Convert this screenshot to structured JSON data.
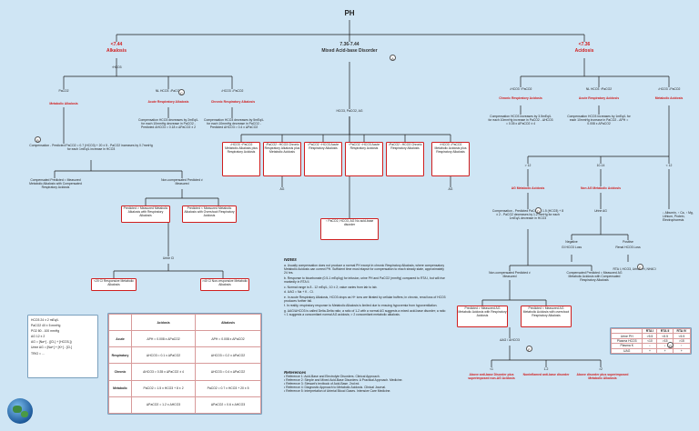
{
  "title": "PH",
  "top": {
    "left_range": "<7.44",
    "left_label": "Alkalosis",
    "mid_range": "7.36-7.44",
    "mid_label": "Mixed Acid-base Disorder",
    "right_range": "<7.36",
    "right_label": "Acidosis"
  },
  "alk": {
    "hco3_up": "↑HCO3",
    "pco2": "PaCO2",
    "met_alk": "Metabolic Alkalosis",
    "acute_head": "NL HCO3 ↓PaCO2",
    "acute_name": "Acute Respiratory Alkalosis",
    "chronic_head": "↓HCO3 ↓PaCO2",
    "chronic_name": "Chronic Respiratory Alkalosis",
    "comp_acute": "Compensation HCO3 decreases by 2mEq/L for each 10mmHg decrease in PaCO2 - Predicted ΔHCO3 = 0.18 x ΔPaCO2 ± 2",
    "comp_chronic": "Compensation HCO3 decreases by 5mEq/L for each 10mmHg decrease in PaCO2 - Predicted ΔHCO3 = 0.4 x ΔPaCO2",
    "comp_met": "Compensation - Predicted PaCO2 = 0.7 (HCO3) + 20 ± 5 - PaCO2 increases by 0.7mmHg for each 1mEq/L increase in HCO3",
    "compensated": "Compensated Predicted = Measured Metabolic Alkalosis with Compensated Respiratory Acidosis",
    "noncomp": "Non-compensated Predicted ≠ Measured",
    "pred_gt": "Predicted > Measured Metabolic Alkalosis with Respiratory Alkalosis",
    "pred_lt": "Predicted < Measured Metabolic Alkalosis with Overshoot Respiratory Acidosis",
    "urine": "Urine Cl",
    "urine_lt": "<20 Cl Responsive Metabolic Alkalosis",
    "urine_gt": ">40 Cl Non-responsive Metabolic Alkalosis"
  },
  "mix": {
    "branch": "HCO3, PaCO2, AG",
    "c1": "↓HCO3 ↑PaCO2 Metabolic Alkalosis plus Respiratory Acidosis",
    "c2": "↓PaCO2 ↑HCO3 Chronic Respiratory Alkalosis plus Metabolic Acidosis",
    "c3": "↓PaCO2 ↑HCO3 Acute Respiratory Alkalosis",
    "c4": "↑PaCO2 ↑HCO3 Acute Respiratory Acidosis",
    "c5": "↓PaCO2 ↓HCO3 Chronic Respiratory Alkalosis",
    "c6": "↑HCO3 ↓PaCO2 Metabolic Acidosis plus Respiratory Alkalosis",
    "ag": "AG",
    "ag2": "AG",
    "nodisorder": "↑ PaCO2, HCO3, AG No acid-base disorder"
  },
  "acid": {
    "hco3": "↓HCO3 ↑PaCO2",
    "chronic": "Chronic Respiratory Acidosis",
    "acute_head": "NL HCO3 ↑PaCO2",
    "acute": "Acute Respiratory Acidosis",
    "met_head": "↓HCO3 ↓PaCO2",
    "met": "Metabolic Acidosis",
    "comp_chronic": "Compensation HCO3 increases by 3.5mEq/L for each 10mmHg increase in PaCO2 - ΔHCO3 = 0.35 x ΔPaCO2 ± 4",
    "comp_acute": "Compensation HCO3 increases by 1mEq/L for each 10mmHg increase in PaCO2 - ΔPH = 0.008 x ΔPaCO2",
    "ag_gt": "> 12",
    "ag_mid": "10-14",
    "ag_lt": "< 12",
    "ag_metac": "AG Metabolic Acidosis",
    "nonag": "Non AG Metabolic Acidosis",
    "albumin": "↓ Albumin, ↑ Ca, ↑ Mg, Lithium, Protein, Electrophoresis",
    "comp_ag": "Compensation - Predicted PaCO2 = 1.5 (HCO3) + 8 ± 2 - PaCO2 decreases by 1.2 mmHg for each 1mEq/L decrease in HCO3",
    "urine_ag": "Urine AG",
    "neg": "Negative",
    "pos": "Positive",
    "gi": "GI HCO3 Loss",
    "renal": "Renal HCO3 Loss",
    "rta": "RTA I, HCO3, Urine PH, NH4Cl",
    "noncomp": "Non-compensated Predicted ≠ Measured",
    "compd": "Compensated Predicted = Measured AG Metabolic Acidosis with Compensated Respiratory Alkalosis",
    "p_gt": "Predicted > Measured AG Metabolic Acidosis with Respiratory Acidosis",
    "p_lt": "Predicted < Measured AG Metabolic Acidosis with overshoot Respiratory Alkalosis",
    "delta": "ΔAG / ΔHCO3",
    "d_lt": "<1",
    "d_mid": "1-2",
    "d_gt": ">2",
    "r1": "Above anti-base Disorder plus superimposed non-AG Acidosis",
    "r2": "Noninflamed anti-base disorder",
    "r3": "Above disorder plus superimposed Metabolic Alkalosis"
  },
  "notes": {
    "title": "Notes",
    "items": [
      "a. Usually compensation does not produce a normal PH except in chronic Respiratory Alkalosis, where compensatory Metabolic Acidosis can correct PH. Sufficient time must elapse for compensation to reach steady state, approximately 24 hrs.",
      "b. Response to bicarbonate (0.5-1 mEq/kg) for infusion, urine PH and PaCO2 (mmHg) compared to RTA I, but will rise markedly in RTA II.",
      "c. Normal range is 8 - 12 mEq/L; 10 ± 2; value varies from lab to lab.",
      "d. UAG = Na + K - Cl.",
      "e. In acute Respiratory Alkalosis, HCO3 drops as H+ ions are titrated by cellular buffers; in chronic, renal loss of HCO3 produces further fall.",
      "f. In reality, respiratory response to Metabolic Alkalosis is limited due to ensuing hypoxemia from hypoventilation.",
      "g. ΔAG/ΔHCO3 is called Delta-Delta ratio; a ratio of 1-2 with a normal AG suggests a mixed acid-base disorder; a ratio < 1 suggests a concomitant normal AG acidosis; > 2 concomitant metabolic alkalosis."
    ]
  },
  "refs": {
    "title": "References",
    "items": [
      "Reference 1: Acid-Base and Electrolyte Disorders. Clinical Approach.",
      "Reference 2: Simple and Mixed Acid-Base Disorders: A Practical Approach. Medicine.",
      "Reference 3: Stewart's textbook of Acid-Base. 2nd ed.",
      "Reference 4: Diagnostic Approach to Metabolic Acidosis. Clinical Journal.",
      "Reference 5: Interpretation of Arterial Blood Gases. Intensive Care Medicine."
    ]
  },
  "normals": {
    "rows": [
      "HCO3 24 ± 2 mEq/L",
      "PaCO2 40 ± 5 mmHg",
      "PO2 80 - 100 mmHg",
      "AG 12 ± 2",
      "AG = [Na+] - ([Cl-] + [HCO3-])",
      "Urine AG = [Na+] + [K+] - [Cl-]",
      "TRIO = ..."
    ]
  },
  "comp_table": {
    "h1": "Acidosis",
    "h2": "Alkalosis",
    "side1": "Respiratory",
    "side2": "Metabolic",
    "sub1": "Acute",
    "sub2": "Chronic",
    "r1a": "ΔPH = 0.008 x ΔPaCO2",
    "r1b": "ΔPH = 0.008 x ΔPaCO2",
    "r2a": "ΔHCO3 = 0.1 x ΔPaCO2",
    "r2b": "ΔHCO3 = 0.2 x ΔPaCO2",
    "r3a": "ΔHCO3 = 0.35 x ΔPaCO2 ± 4",
    "r3b": "ΔHCO3 = 0.4 x ΔPaCO2",
    "r4a": "PaCO2 = 1.5 x HCO3 + 8 ± 2",
    "r4b": "PaCO2 = 0.7 x HCO3 + 20 ± 5",
    "r5a": "ΔPaCO2 = 1.2 x ΔHCO3",
    "r5b": "ΔPaCO2 = 0.6 x ΔHCO3"
  },
  "rta_table": {
    "cols": [
      "RTA I",
      "RTA II",
      "RTA IV"
    ],
    "rows": [
      [
        "Urine PH",
        ">5.5",
        "<5.5",
        "<5.5"
      ],
      [
        "Plasma HCO3",
        "<10",
        ">15",
        ">15"
      ],
      [
        "Plasma K",
        "↓",
        "↓",
        "↑"
      ],
      [
        "UAG",
        "+",
        "+",
        "+"
      ]
    ]
  },
  "markers": [
    "A",
    "B",
    "C",
    "D",
    "E",
    "F",
    "G"
  ]
}
